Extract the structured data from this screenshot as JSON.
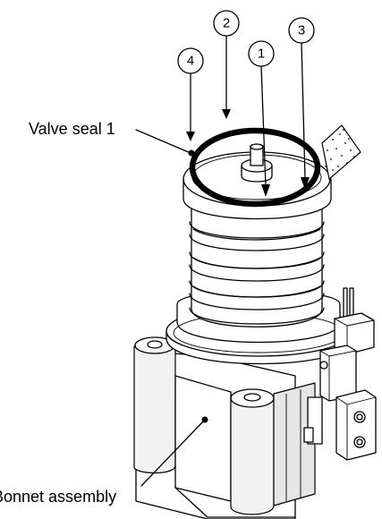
{
  "callouts": [
    {
      "id": "1",
      "text": "1"
    },
    {
      "id": "2",
      "text": "2"
    },
    {
      "id": "3",
      "text": "3"
    },
    {
      "id": "4",
      "text": "4"
    }
  ],
  "labels": {
    "valve_seal": "Valve seal 1",
    "bonnet_assembly": "Bonnet assembly"
  }
}
